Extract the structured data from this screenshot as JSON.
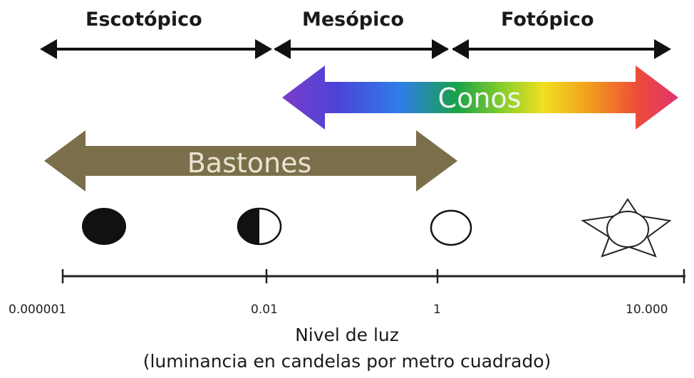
{
  "vision_ranges": [
    {
      "label": "Escotópico"
    },
    {
      "label": "Mesópico"
    },
    {
      "label": "Fotópico"
    }
  ],
  "photoreceptors": {
    "cones_label": "Conos",
    "rods_label": "Bastones"
  },
  "moon_phases": [
    "full-dark",
    "half",
    "empty",
    "sun"
  ],
  "axis": {
    "ticks": [
      "0.000001",
      "0.01",
      "1",
      "10.000"
    ],
    "title": "Nivel de luz",
    "subtitle": "(luminancia en candelas por metro cuadrado)"
  },
  "colors": {
    "rods": "#7a6f4a",
    "rods_text": "#e9e4d2",
    "cones_text": "#f3f3f3",
    "line": "#111111"
  }
}
